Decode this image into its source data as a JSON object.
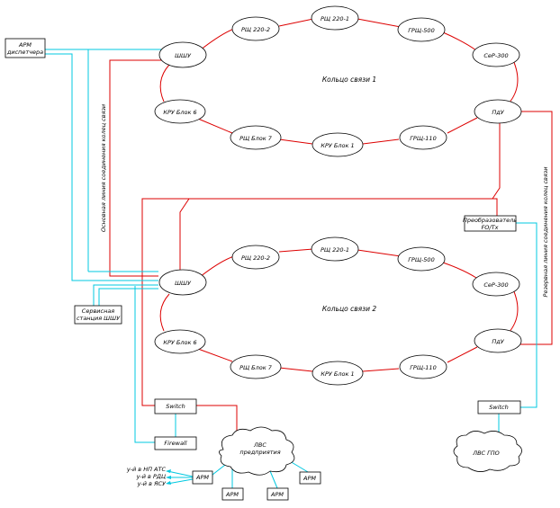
{
  "ring1": {
    "title": "Кольцо связи 1",
    "nodes": {
      "hub": "ШШУ",
      "ru220_2": "РЩ 220-2",
      "ru220_1": "РЩ 220-1",
      "gru500": "ГРЩ-500",
      "srp300": "СеР-300",
      "pdu": "ПдУ",
      "gru110": "ГРЩ-110",
      "kru1": "КРУ Блок 1",
      "ru7": "РЩ Блок 7",
      "kru6": "КРУ Блок 6"
    }
  },
  "ring2": {
    "title": "Кольцо связи 2",
    "nodes": {
      "hub": "ШШУ",
      "ru220_2": "РЩ 220-2",
      "ru220_1": "РЩ 220-1",
      "gru500": "ГРЩ-500",
      "srp300": "СеР-300",
      "pdu": "ПдУ",
      "gru110": "ГРЩ-110",
      "kru1": "КРУ Блок 1",
      "ru7": "РЩ Блок 7",
      "kru6": "КРУ Блок 6"
    }
  },
  "boxes": {
    "arm_dispatcher_1": "АРМ",
    "arm_dispatcher_2": "диспетчера",
    "converter_1": "Преобразователь",
    "converter_2": "FO/Tx",
    "station_1": "Сервисная",
    "station_2": "станция ШШУ",
    "switch_left": "Switch",
    "firewall": "Firewall",
    "switch_right": "Switch",
    "arm_a": "АРМ",
    "arm_b": "АРМ",
    "arm_c": "АРМ",
    "arm_d": "АРМ"
  },
  "clouds": {
    "lvs_1": "ЛВС",
    "lvs_2": "предприятия",
    "lvs_gtp": "ЛВС ГПО"
  },
  "vertical_labels": {
    "main_line": "Основная линия соединения колец связи",
    "backup_line": "Резервная линия соединения колец связи"
  },
  "arm_links": {
    "line1": "у-й в НП АТС",
    "line2": "у-й в РДЦ",
    "line3": "у-й в ЯСУ"
  },
  "colors": {
    "ring_link": "#dd0000",
    "lan_link": "#00c8e0",
    "outline": "#000000"
  }
}
